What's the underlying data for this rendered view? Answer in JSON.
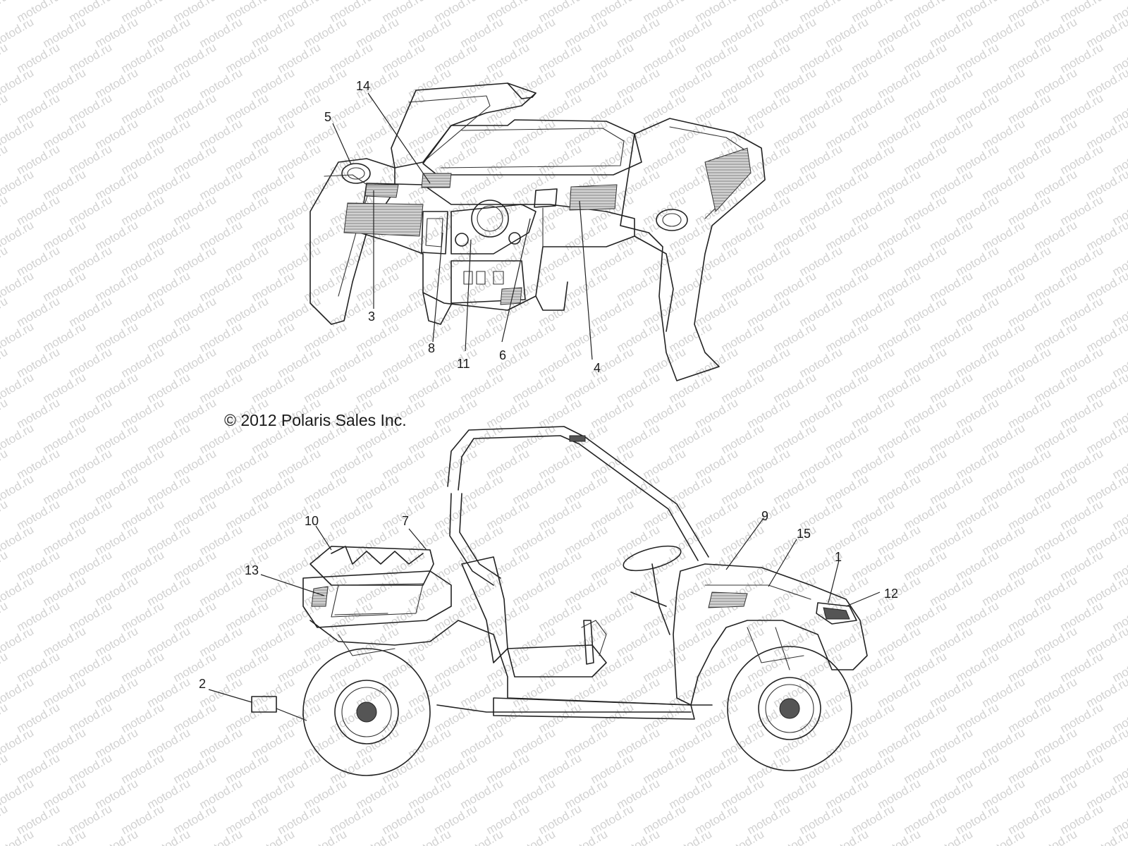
{
  "watermark": {
    "text": "motod.ru"
  },
  "copyright": "© 2012 Polaris Sales Inc.",
  "labels": {
    "p1": "1",
    "p2": "2",
    "p3": "3",
    "p4": "4",
    "p5": "5",
    "p6": "6",
    "p7": "7",
    "p8": "8",
    "p9": "9",
    "p10": "10",
    "p11": "11",
    "p12": "12",
    "p13": "13",
    "p14": "14",
    "p15": "15"
  }
}
